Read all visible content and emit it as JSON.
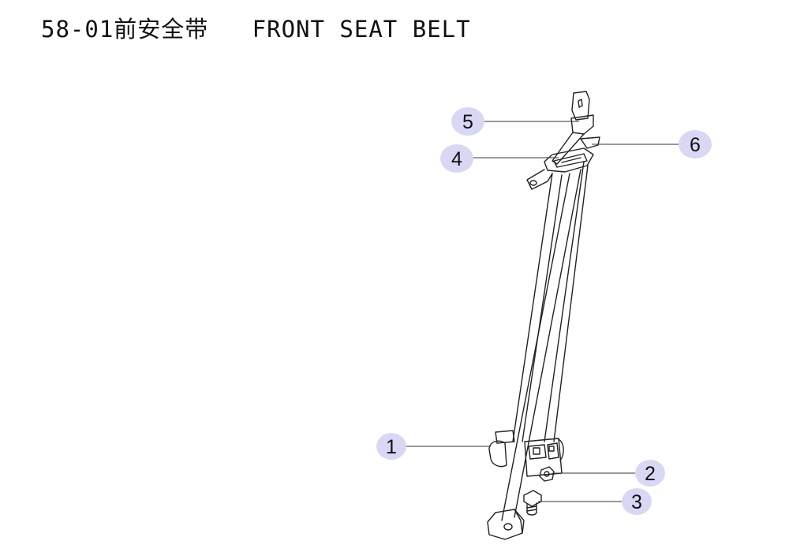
{
  "diagram": {
    "title": "58-01前安全带   FRONT SEAT BELT",
    "callout_color": "#d8d8f5",
    "callouts": [
      {
        "label": "1"
      },
      {
        "label": "2"
      },
      {
        "label": "3"
      },
      {
        "label": "4"
      },
      {
        "label": "5"
      },
      {
        "label": "6"
      }
    ]
  }
}
